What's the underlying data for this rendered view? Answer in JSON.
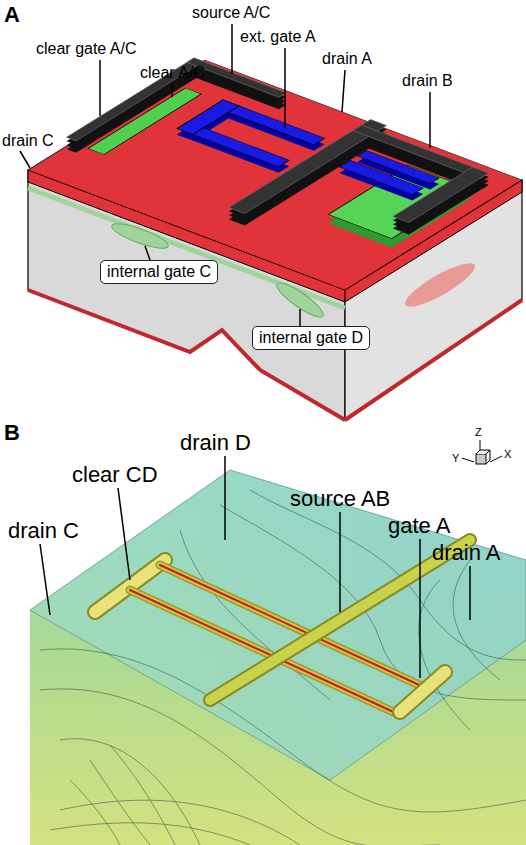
{
  "diagram": {
    "labels": [
      "A",
      "source A/C",
      "ext. gate A",
      "drain A",
      "drain B",
      "clear gate A/C",
      "clear A/C",
      "drain C",
      "internal gate C",
      "internal gate D",
      "B",
      "drain D",
      "clear CD",
      "source AB",
      "gate A",
      "drain A",
      "drain C",
      "Z",
      "Y",
      "X"
    ]
  }
}
